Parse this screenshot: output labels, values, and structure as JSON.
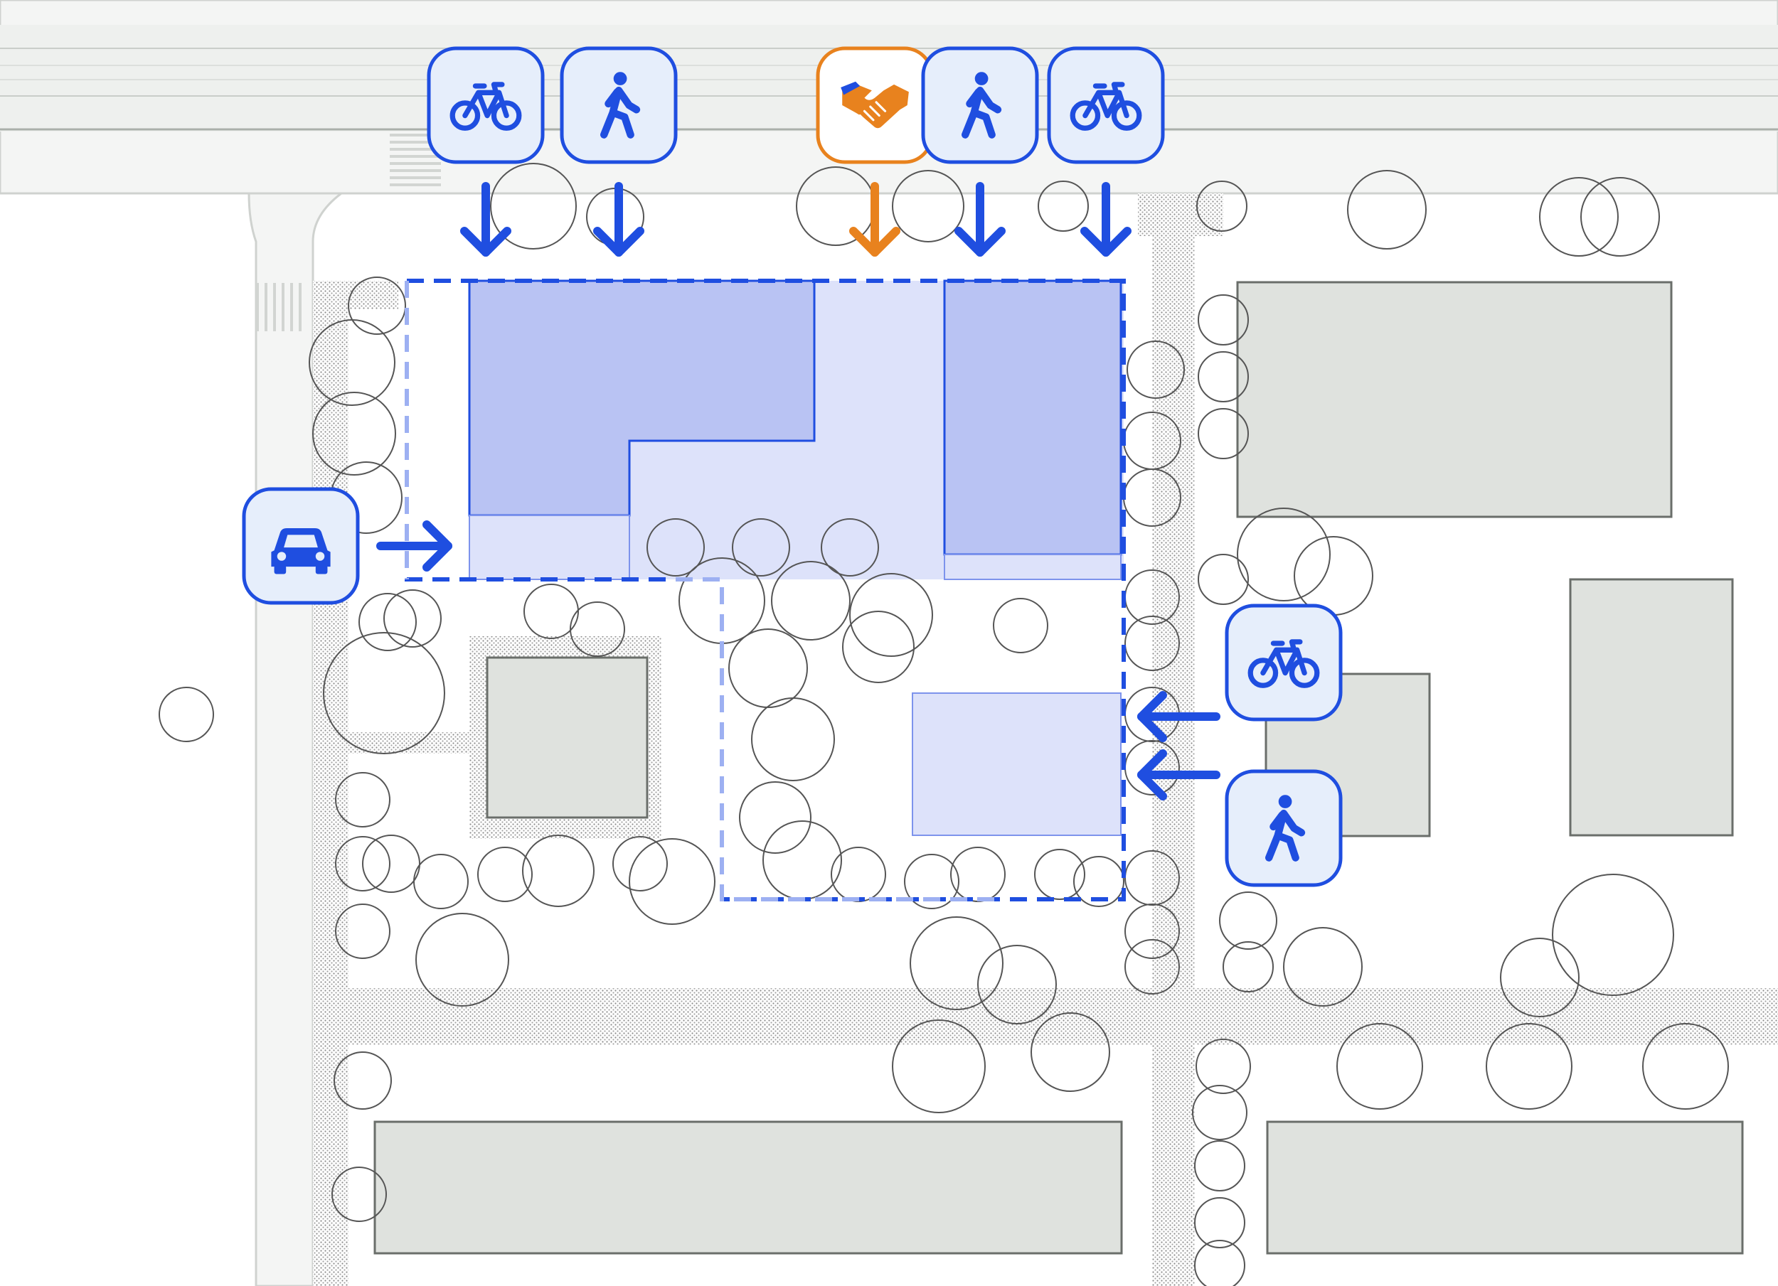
{
  "diagram": {
    "colors": {
      "access_blue": "#1f4ee0",
      "access_orange": "#e8821e",
      "icon_fill": "#e6eefb",
      "building_dark": "#b9c3f3",
      "building_light": "#dde2fa",
      "existing_building": "#dfe2de",
      "tree_stroke": "#555555",
      "hatch": "#8c8c8c",
      "road": "#f4f5f4"
    },
    "access_points": [
      {
        "mode": "bicycle",
        "icon": "bicycle-icon",
        "side": "north",
        "color": "blue"
      },
      {
        "mode": "pedestrian",
        "icon": "pedestrian-icon",
        "side": "north",
        "color": "blue"
      },
      {
        "mode": "partnership",
        "icon": "handshake-icon",
        "side": "north",
        "color": "orange"
      },
      {
        "mode": "pedestrian",
        "icon": "pedestrian-icon",
        "side": "north",
        "color": "blue"
      },
      {
        "mode": "bicycle",
        "icon": "bicycle-icon",
        "side": "north",
        "color": "blue"
      },
      {
        "mode": "car",
        "icon": "car-icon",
        "side": "west",
        "color": "blue"
      },
      {
        "mode": "bicycle",
        "icon": "bicycle-icon",
        "side": "east",
        "color": "blue"
      },
      {
        "mode": "pedestrian",
        "icon": "pedestrian-icon",
        "side": "east",
        "color": "blue"
      }
    ]
  }
}
